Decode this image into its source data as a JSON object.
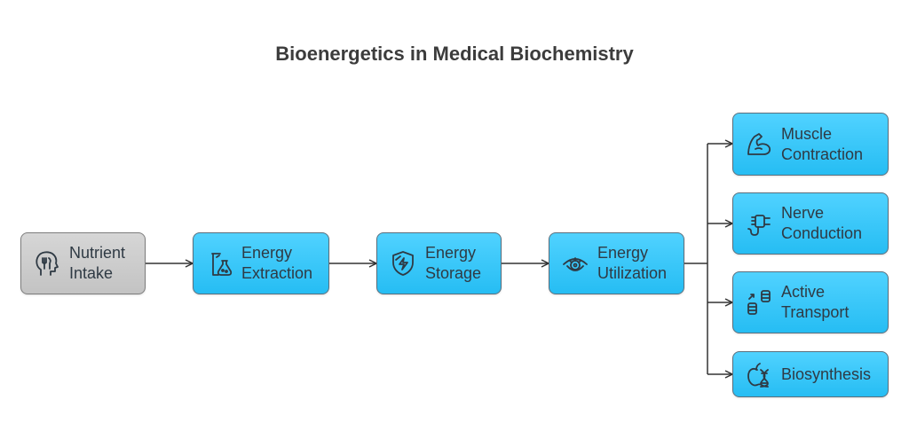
{
  "title": "Bioenergetics in Medical Biochemistry",
  "nodes": {
    "nutrient_intake": {
      "label": "Nutrient\nIntake",
      "icon": "head-nutrition-icon"
    },
    "energy_extraction": {
      "label": "Energy\nExtraction",
      "icon": "lab-flask-icon"
    },
    "energy_storage": {
      "label": "Energy\nStorage",
      "icon": "shield-energy-icon"
    },
    "energy_utilization": {
      "label": "Energy\nUtilization",
      "icon": "gear-eye-icon"
    },
    "muscle_contraction": {
      "label": "Muscle\nContraction",
      "icon": "flexed-arm-icon"
    },
    "nerve_conduction": {
      "label": "Nerve\nConduction",
      "icon": "plug-cable-icon"
    },
    "active_transport": {
      "label": "Active\nTransport",
      "icon": "transfer-stack-icon"
    },
    "biosynthesis": {
      "label": "Biosynthesis",
      "icon": "apple-dna-icon"
    }
  },
  "colors": {
    "node_fill": "#3ccaf8",
    "node_fill_gray": "#cccccc",
    "edge": "#333333"
  }
}
